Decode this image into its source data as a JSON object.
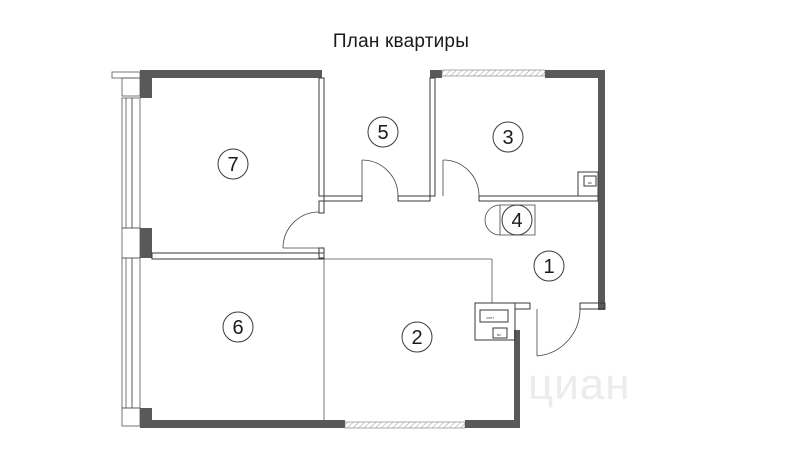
{
  "title": "План квартиры",
  "watermark": "циан",
  "rooms": [
    {
      "id": "room-1",
      "number": "1"
    },
    {
      "id": "room-2",
      "number": "2"
    },
    {
      "id": "room-3",
      "number": "3"
    },
    {
      "id": "room-4",
      "number": "4"
    },
    {
      "id": "room-5",
      "number": "5"
    },
    {
      "id": "room-6",
      "number": "6"
    },
    {
      "id": "room-7",
      "number": "7"
    }
  ]
}
